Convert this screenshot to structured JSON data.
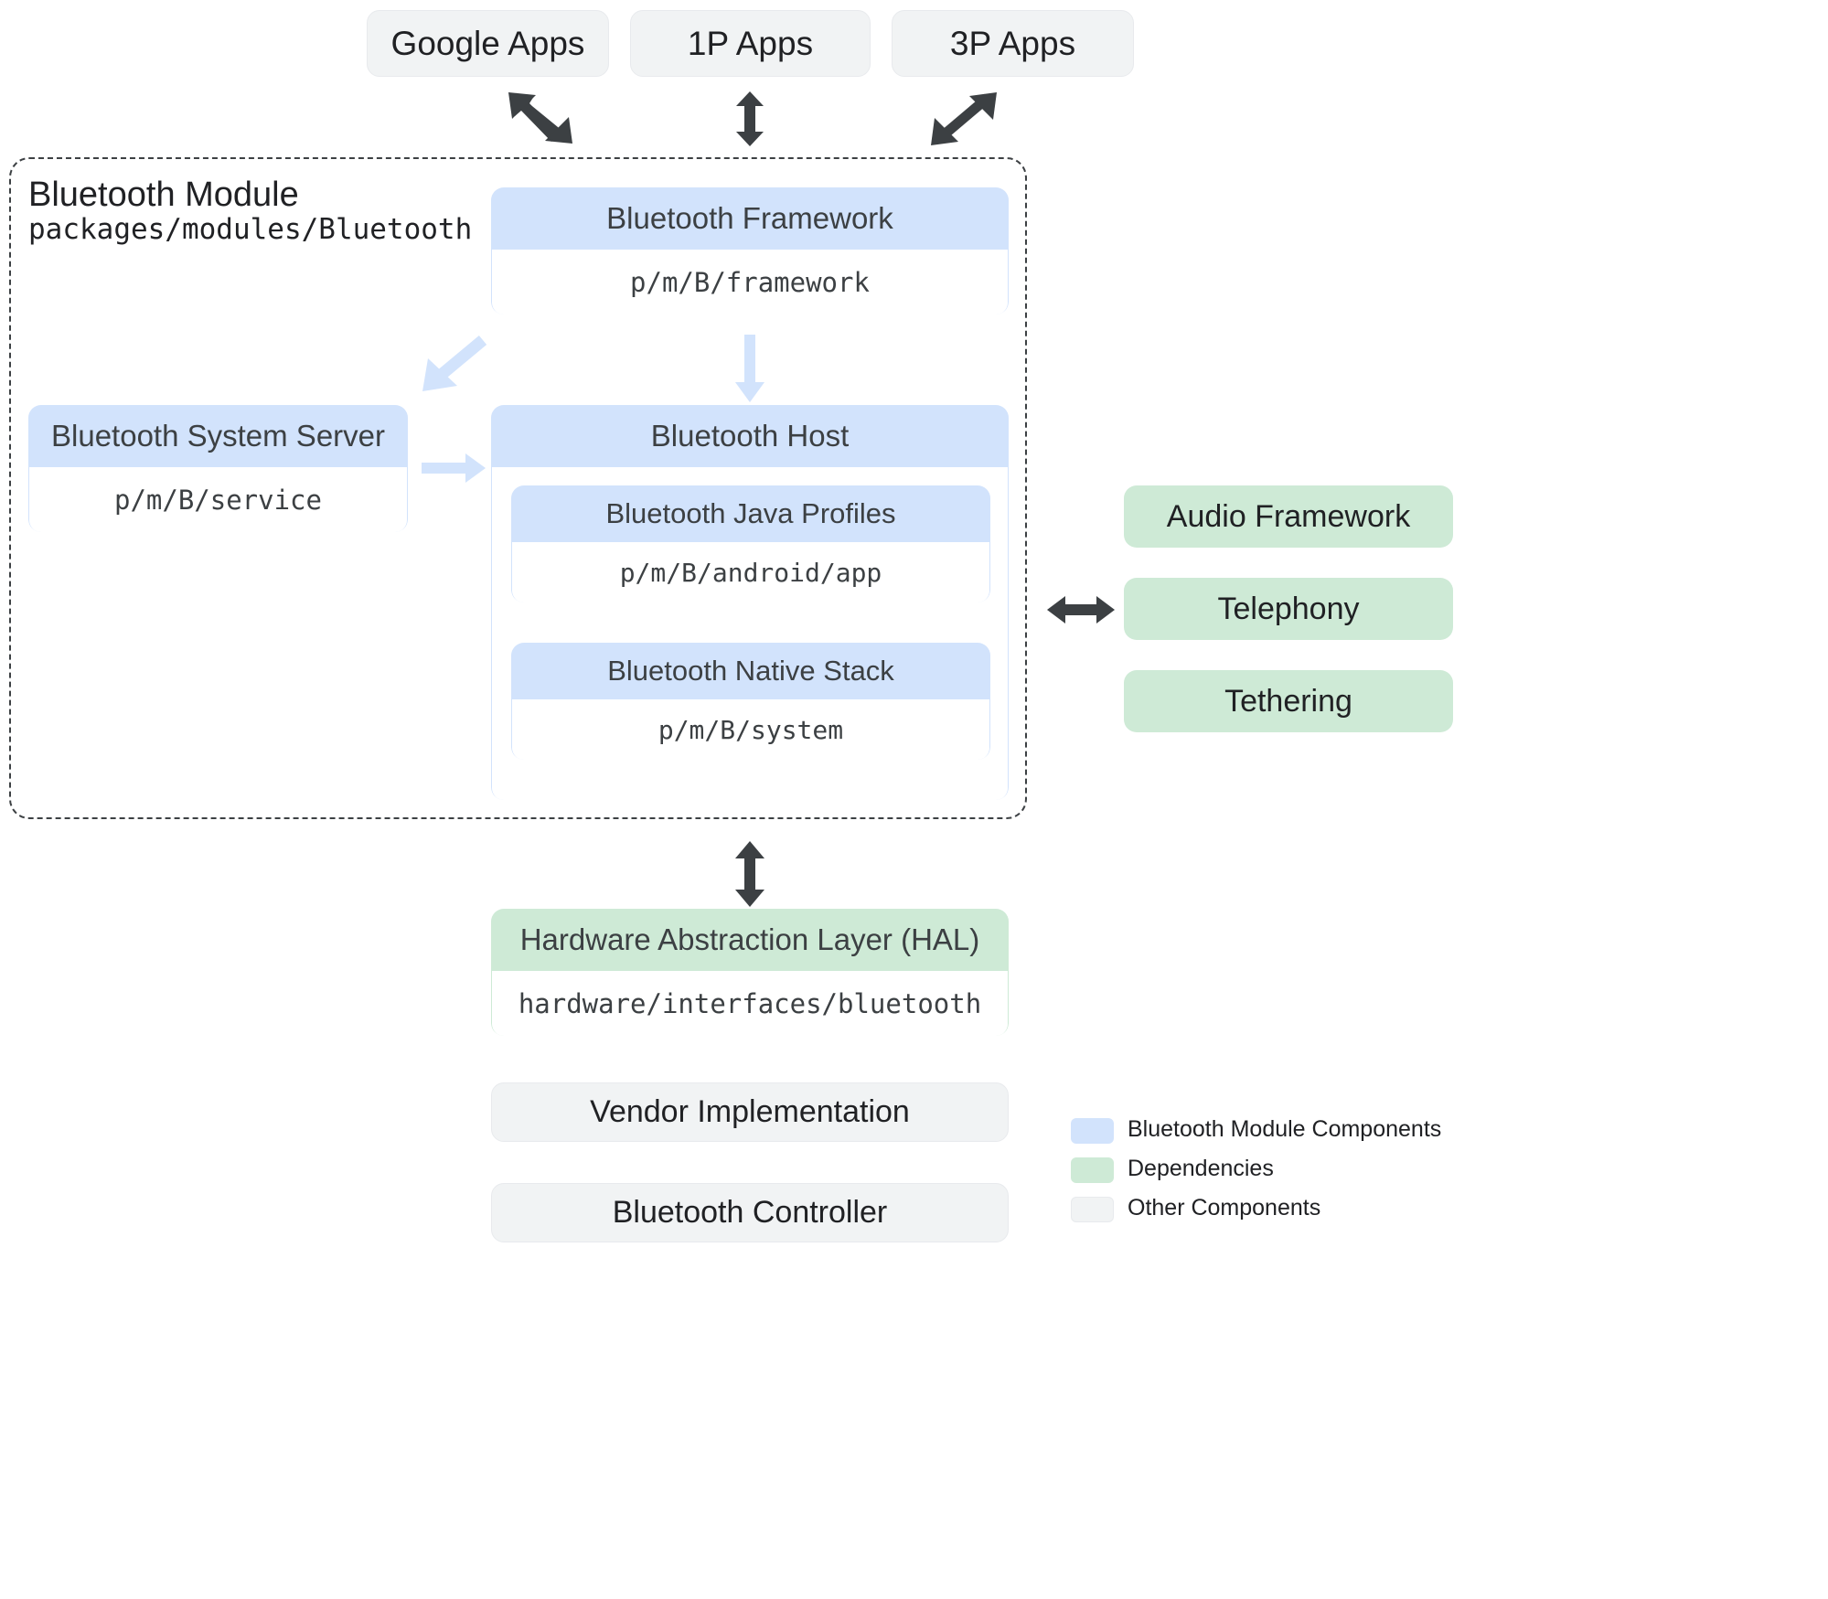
{
  "colors": {
    "module_component": "#d2e3fc",
    "dependency": "#ceead6",
    "other_component": "#f1f3f4",
    "arrow_dark": "#3c4043",
    "arrow_blue": "#d2e3fc",
    "text": "#202124"
  },
  "top_apps": [
    {
      "label": "Google Apps"
    },
    {
      "label": "1P Apps"
    },
    {
      "label": "3P Apps"
    }
  ],
  "module": {
    "title": "Bluetooth Module",
    "path": "packages/modules/Bluetooth"
  },
  "framework": {
    "title": "Bluetooth Framework",
    "path": "p/m/B/framework"
  },
  "system_server": {
    "title": "Bluetooth System Server",
    "path": "p/m/B/service"
  },
  "host": {
    "title": "Bluetooth Host",
    "children": [
      {
        "title": "Bluetooth Java Profiles",
        "path": "p/m/B/android/app"
      },
      {
        "title": "Bluetooth Native Stack",
        "path": "p/m/B/system"
      }
    ]
  },
  "dependencies": [
    {
      "label": "Audio Framework"
    },
    {
      "label": "Telephony"
    },
    {
      "label": "Tethering"
    }
  ],
  "hal": {
    "title": "Hardware Abstraction Layer (HAL)",
    "path": "hardware/interfaces/bluetooth"
  },
  "bottom_boxes": [
    {
      "label": "Vendor Implementation"
    },
    {
      "label": "Bluetooth Controller"
    }
  ],
  "legend": {
    "items": [
      {
        "label": "Bluetooth Module Components",
        "color": "#d2e3fc"
      },
      {
        "label": "Dependencies",
        "color": "#ceead6"
      },
      {
        "label": "Other Components",
        "color": "#f1f3f4"
      }
    ]
  },
  "arrows": {
    "google_apps_to_framework": "diagonal-double-arrow-icon",
    "onep_apps_to_framework": "vertical-double-arrow-icon",
    "threep_apps_to_framework": "diagonal-double-arrow-icon",
    "framework_to_host": "down-arrow-icon",
    "framework_to_system_server": "diagonal-down-left-arrow-icon",
    "system_server_to_host": "right-arrow-icon",
    "host_to_dependencies": "horizontal-double-arrow-icon",
    "module_to_hal": "vertical-double-arrow-icon"
  }
}
